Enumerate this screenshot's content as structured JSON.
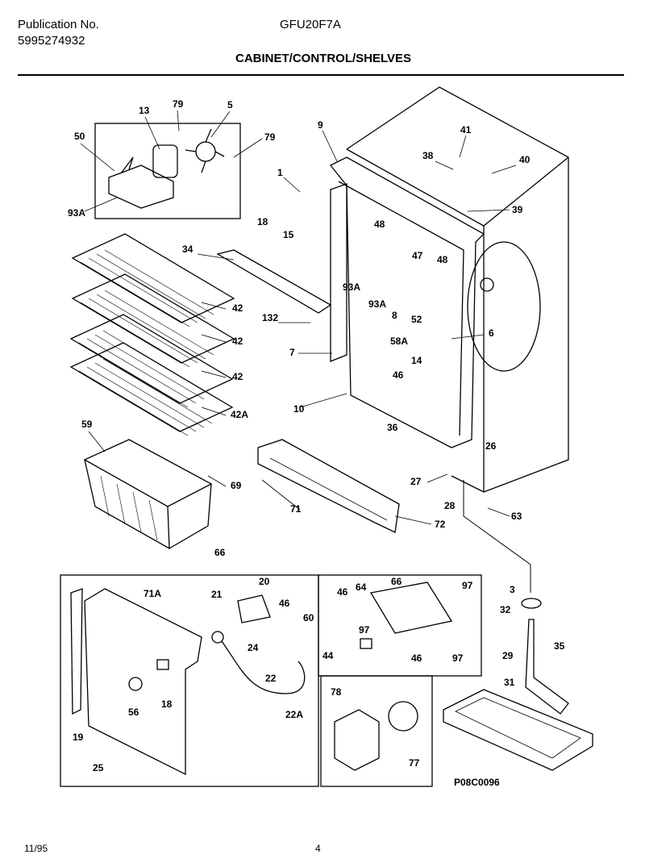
{
  "header": {
    "publication_label": "Publication No.",
    "publication_number": "5995274932",
    "model": "GFU20F7A",
    "section_title": "CABINET/CONTROL/SHELVES"
  },
  "parts": {
    "p13": "13",
    "p79a": "79",
    "p5": "5",
    "p79b": "79",
    "p50": "50",
    "p93Aa": "93A",
    "p9": "9",
    "p41": "41",
    "p38": "38",
    "p40": "40",
    "p39": "39",
    "p1": "1",
    "p18": "18",
    "p15": "15",
    "p48a": "48",
    "p47": "47",
    "p48b": "48",
    "p34": "34",
    "p93Ab": "93A",
    "p93Ac": "93A",
    "p132": "132",
    "p52": "52",
    "p8": "8",
    "p6": "6",
    "p7": "7",
    "p58A": "58A",
    "p14": "14",
    "p42a": "42",
    "p42b": "42",
    "p42c": "42",
    "p42A": "42A",
    "p46a": "46",
    "p10": "10",
    "p36": "36",
    "p59": "59",
    "p26": "26",
    "p69": "69",
    "p27": "27",
    "p28": "28",
    "p63": "63",
    "p71": "71",
    "p72": "72",
    "p66": "66",
    "p71A": "71A",
    "p20": "20",
    "p21": "21",
    "p46b": "46",
    "p60": "60",
    "p24": "24",
    "p22": "22",
    "p56": "56",
    "p18b": "18",
    "p19": "19",
    "p22A": "22A",
    "p25": "25",
    "p46c": "46",
    "p64": "64",
    "p66b": "66",
    "p97a": "97",
    "p97b": "97",
    "p44": "44",
    "p46d": "46",
    "p97c": "97",
    "p78": "78",
    "p77": "77",
    "p3": "3",
    "p32": "32",
    "p29": "29",
    "p35": "35",
    "p31": "31"
  },
  "diagram_code": "P08C0096",
  "footer": {
    "date": "11/95",
    "page": "4"
  }
}
